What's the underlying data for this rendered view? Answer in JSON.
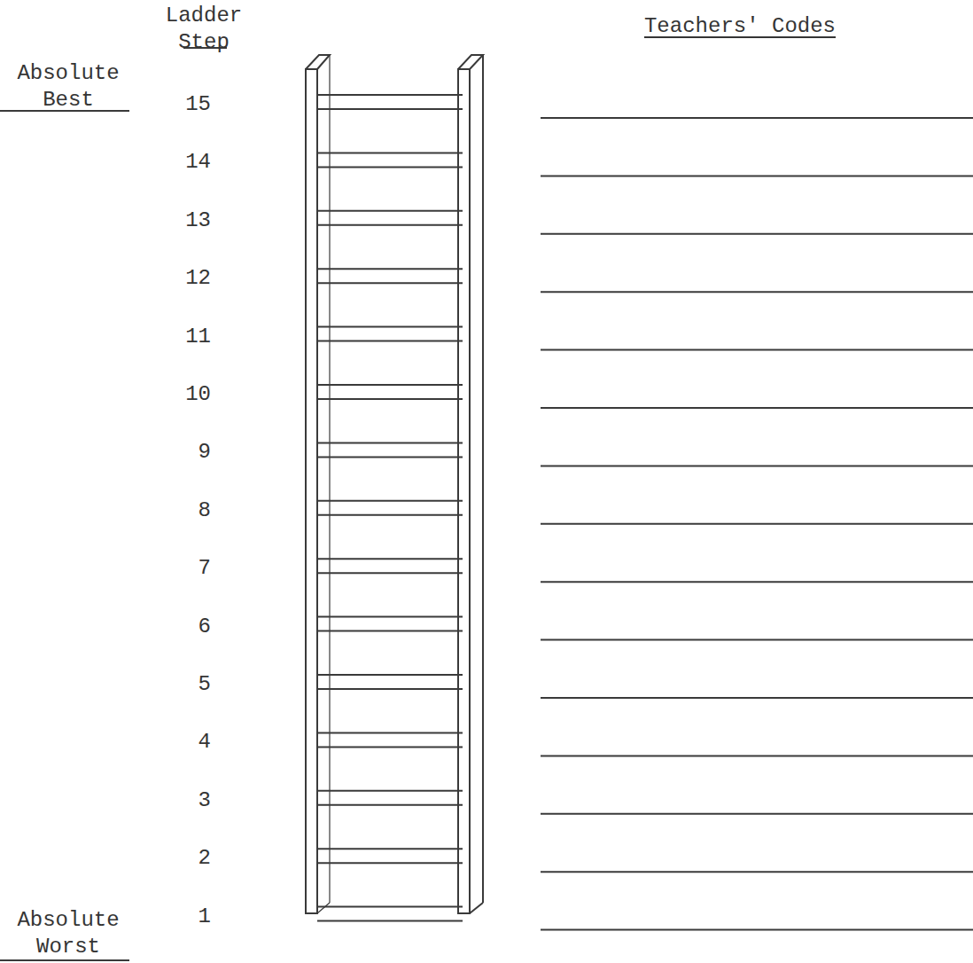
{
  "diagram": {
    "labels": [
      "Ladder Step",
      "Teachers' Codes",
      "Absolute Best",
      "15",
      "14",
      "13",
      "12",
      "11",
      "10",
      "9",
      "8",
      "7",
      "6",
      "5",
      "4",
      "3",
      "2",
      "1",
      "Absolute Worst"
    ]
  }
}
